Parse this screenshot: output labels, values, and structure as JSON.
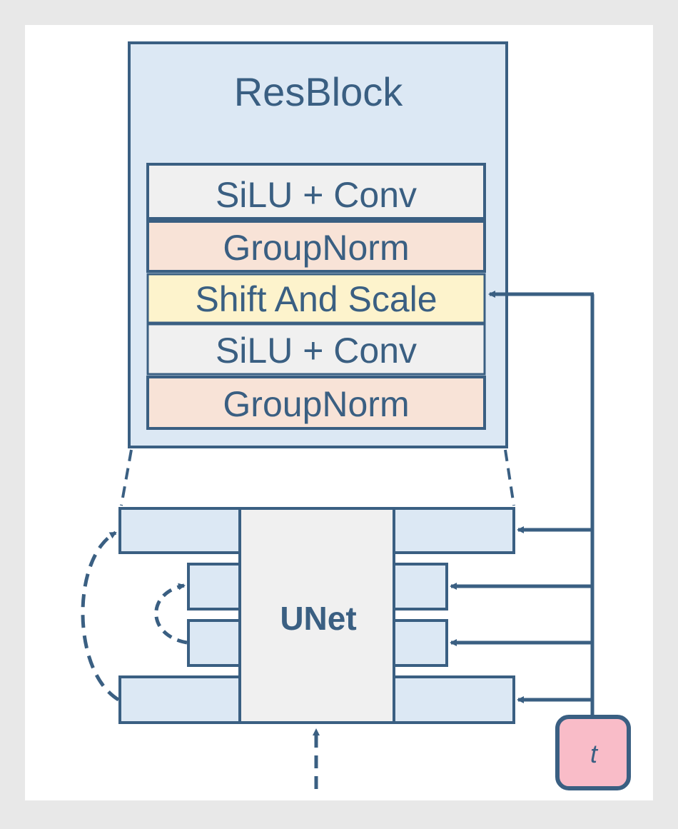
{
  "resblock": {
    "title": "ResBlock",
    "layers": [
      {
        "label": "SiLU + Conv",
        "kind": "silu"
      },
      {
        "label": "GroupNorm",
        "kind": "norm"
      },
      {
        "label": "Shift And Scale",
        "kind": "shift"
      },
      {
        "label": "SiLU + Conv",
        "kind": "silu"
      },
      {
        "label": "GroupNorm",
        "kind": "norm"
      }
    ]
  },
  "unet": {
    "label": "UNet"
  },
  "timestep": {
    "label": "t"
  },
  "colors": {
    "stroke": "#3a5f82",
    "block_fill": "#dce8f4",
    "silu_fill": "#f0f0f0",
    "norm_fill": "#f8e3d7",
    "shift_fill": "#fdf3cc",
    "unet_fill": "#f0f0f0",
    "t_fill": "#f9bcc8",
    "text": "#3a5f82"
  }
}
